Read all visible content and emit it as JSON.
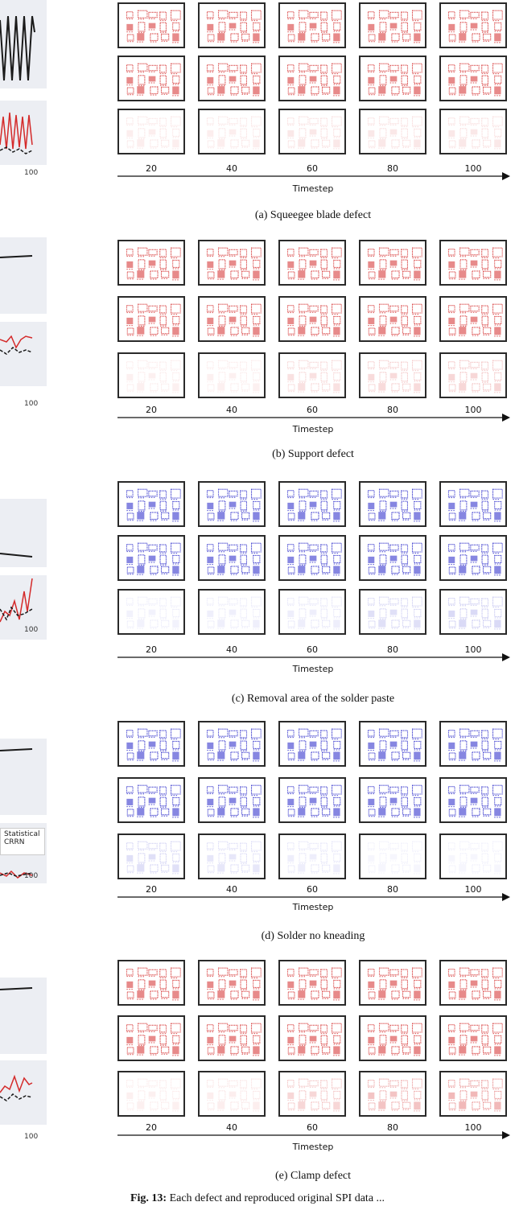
{
  "colors": {
    "red": "#d42a2a",
    "blue": "#2323c8",
    "black": "#1a1a1a",
    "plot_bg": "#eceef3"
  },
  "timesteps": [
    "20",
    "40",
    "60",
    "80",
    "100"
  ],
  "x_title": "Timestep",
  "left_tick": "100",
  "legend": [
    "Statistical",
    "CRRN"
  ],
  "panels": [
    {
      "caption": "(a) Squeegee blade defect",
      "color": "red"
    },
    {
      "caption": "(b) Support defect",
      "color": "red"
    },
    {
      "caption": "(c) Removal area of the solder paste",
      "color": "blue"
    },
    {
      "caption": "(d) Solder no kneading",
      "color": "blue"
    },
    {
      "caption": "(e) Clamp defect",
      "color": "red"
    }
  ],
  "figure_caption": {
    "label": "Fig. 13:",
    "text": "Each defect and reproduced original SPI data ..."
  }
}
